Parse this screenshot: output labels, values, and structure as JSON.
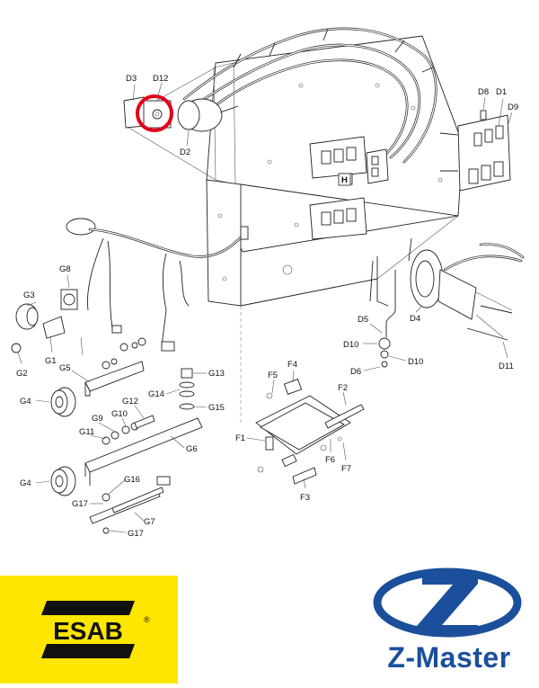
{
  "diagram": {
    "labels": {
      "D3": "D3",
      "D12": "D12",
      "D2": "D2",
      "D8": "D8",
      "D1": "D1",
      "D9": "D9",
      "H": "H",
      "D4": "D4",
      "D5": "D5",
      "D10a": "D10",
      "D10b": "D10",
      "D6": "D6",
      "D11": "D11",
      "G8": "G8",
      "G3": "G3",
      "G1": "G1",
      "G2": "G2",
      "G5": "G5",
      "G4a": "G4",
      "G4b": "G4",
      "G13": "G13",
      "G14": "G14",
      "G15": "G15",
      "G12": "G12",
      "G10": "G10",
      "G9": "G9",
      "G11": "G11",
      "G6": "G6",
      "G16": "G16",
      "G17a": "G17",
      "G17b": "G17",
      "G7": "G7",
      "F5": "F5",
      "F4": "F4",
      "F2": "F2",
      "F1": "F1",
      "F6": "F6",
      "F7": "F7",
      "F3": "F3"
    },
    "highlight_color": "#e2001a"
  },
  "logos": {
    "esab": {
      "text": "ESAB",
      "mark": "®",
      "background": "#ffe600"
    },
    "zmaster": {
      "text": "Z-Master",
      "color": "#1b4f9c"
    }
  }
}
